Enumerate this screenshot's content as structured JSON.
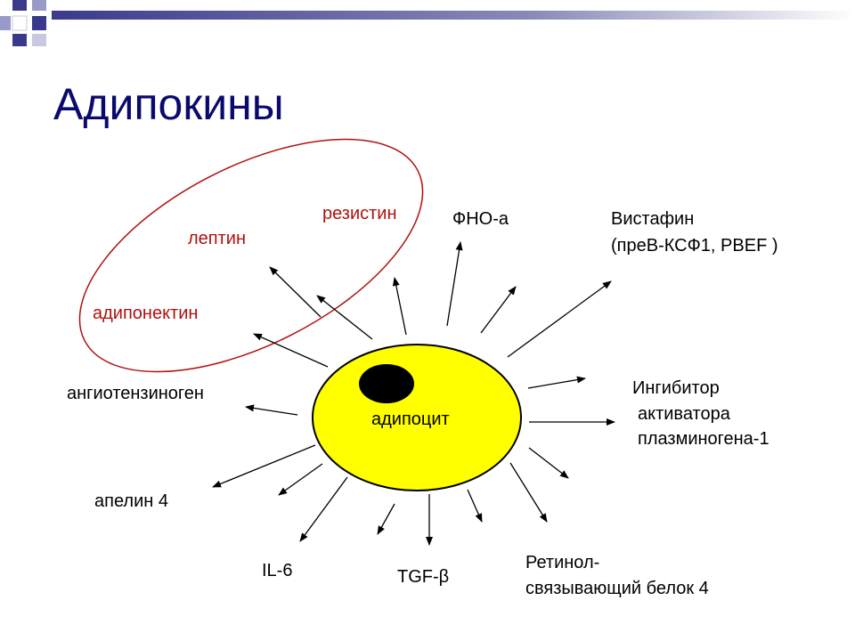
{
  "slide": {
    "title": "Адипокины"
  },
  "diagram": {
    "center": "адипоцит",
    "in_ellipse": {
      "resistin": "резистин",
      "leptin": "лептин",
      "adiponectin": "адипонектин"
    },
    "labels": {
      "tnf": "ФНО-а",
      "visfatin_1": "Вистафин",
      "visfatin_2": "(преВ-КСФ1, PBEF )",
      "pai_1": "Ингибитор",
      "pai_2": "активатора",
      "pai_3": "плазминогена-1",
      "angiotensinogen": "ангиотензиноген",
      "apelin": "апелин 4",
      "il6": "IL-6",
      "tgf": "TGF-β",
      "rbp_1": "Ретинол-",
      "rbp_2": "связывающий белок 4"
    }
  },
  "colors": {
    "title": "#0a0a6e",
    "cell_fill": "#ffff00",
    "nucleus": "#000000",
    "ellipse": "#b01010",
    "decor_blue": "#3a3a8c"
  }
}
